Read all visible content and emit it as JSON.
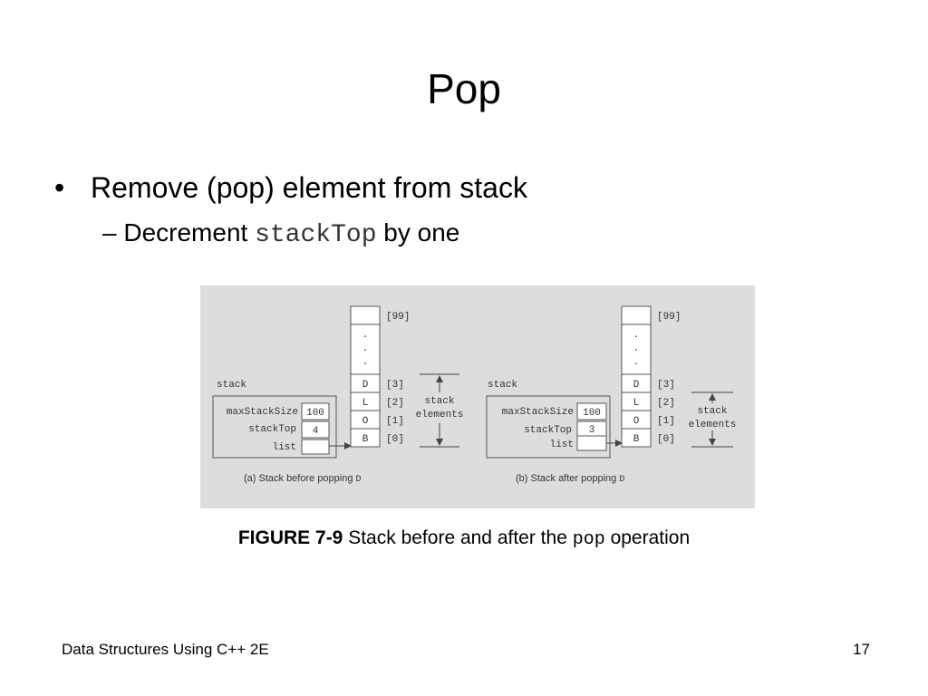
{
  "slide": {
    "title": "Pop",
    "bullet": "Remove (pop) element from stack",
    "sub_bullet": {
      "prefix": "Decrement",
      "code": "stackTop",
      "suffix": "by one"
    }
  },
  "figure": {
    "panels": [
      {
        "struct_label": "stack",
        "fields": [
          "maxStackSize",
          "stackTop",
          "list"
        ],
        "values": [
          "100",
          "4",
          ""
        ],
        "array_cells": [
          "",
          ".",
          ".",
          ".",
          "D",
          "L",
          "O",
          "B"
        ],
        "indices": [
          "[99]",
          "[3]",
          "[2]",
          "[1]",
          "[0]"
        ],
        "brace_label_line1": "stack",
        "brace_label_line2": "elements",
        "sub_caption": "(a) Stack before popping",
        "sub_caption_code": "D"
      },
      {
        "struct_label": "stack",
        "fields": [
          "maxStackSize",
          "stackTop",
          "list"
        ],
        "values": [
          "100",
          "3",
          ""
        ],
        "array_cells": [
          "",
          ".",
          ".",
          ".",
          "D",
          "L",
          "O",
          "B"
        ],
        "indices": [
          "[99]",
          "[3]",
          "[2]",
          "[1]",
          "[0]"
        ],
        "brace_label_line1": "stack",
        "brace_label_line2": "elements",
        "sub_caption": "(b) Stack after popping",
        "sub_caption_code": "D"
      }
    ]
  },
  "caption": {
    "label": "FIGURE 7-9",
    "text": "Stack before and after the",
    "code": "pop",
    "suffix": "operation"
  },
  "footer": {
    "left": "Data Structures Using C++ 2E",
    "page_number": "17"
  }
}
